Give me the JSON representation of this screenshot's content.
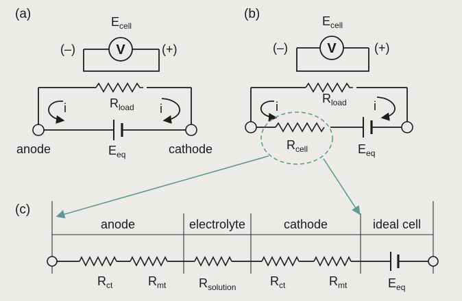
{
  "panels": {
    "a": "(a)",
    "b": "(b)",
    "c": "(c)"
  },
  "panel_a": {
    "cell_voltage": "E",
    "cell_voltage_sub": "cell",
    "voltmeter": "V",
    "neg": "(–)",
    "pos": "(+)",
    "load": "R",
    "load_sub": "load",
    "current_left": "i",
    "current_right": "i",
    "anode": "anode",
    "cathode": "cathode",
    "eq": "E",
    "eq_sub": "eq"
  },
  "panel_b": {
    "cell_voltage": "E",
    "cell_voltage_sub": "cell",
    "voltmeter": "V",
    "neg": "(–)",
    "pos": "(+)",
    "load": "R",
    "load_sub": "load",
    "current_left": "i",
    "current_right": "i",
    "rcell": "R",
    "rcell_sub": "cell",
    "eq": "E",
    "eq_sub": "eq"
  },
  "panel_c": {
    "regions": [
      "anode",
      "electrolyte",
      "cathode",
      "ideal cell"
    ],
    "resistors": [
      {
        "main": "R",
        "sub": "ct"
      },
      {
        "main": "R",
        "sub": "mt"
      },
      {
        "main": "R",
        "sub": "solution"
      },
      {
        "main": "R",
        "sub": "ct"
      },
      {
        "main": "R",
        "sub": "mt"
      }
    ],
    "eq": "E",
    "eq_sub": "eq"
  },
  "colors": {
    "background": "#ecebe7",
    "ink": "#1d1d1d",
    "pointer": "#5c9a94"
  },
  "icons": [
    "voltmeter-icon",
    "resistor-icon",
    "battery-icon",
    "current-loop-arrow-icon",
    "terminal-node-icon"
  ]
}
